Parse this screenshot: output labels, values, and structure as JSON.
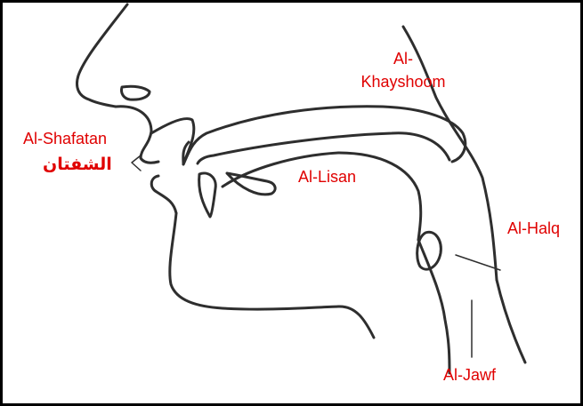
{
  "figure": {
    "outline_color": "#2e2e2e",
    "label_color": "#e00000",
    "background": "#ffffff",
    "border_color": "#000000"
  },
  "labels": {
    "khayshoom_line1": "Al-",
    "khayshoom_line2": "Khayshoom",
    "shafatan_en": "Al-Shafatan",
    "shafatan_ar": "الشفتان",
    "lisan": "Al-Lisan",
    "halq": "Al-Halq",
    "jawf": "Al-Jawf"
  }
}
